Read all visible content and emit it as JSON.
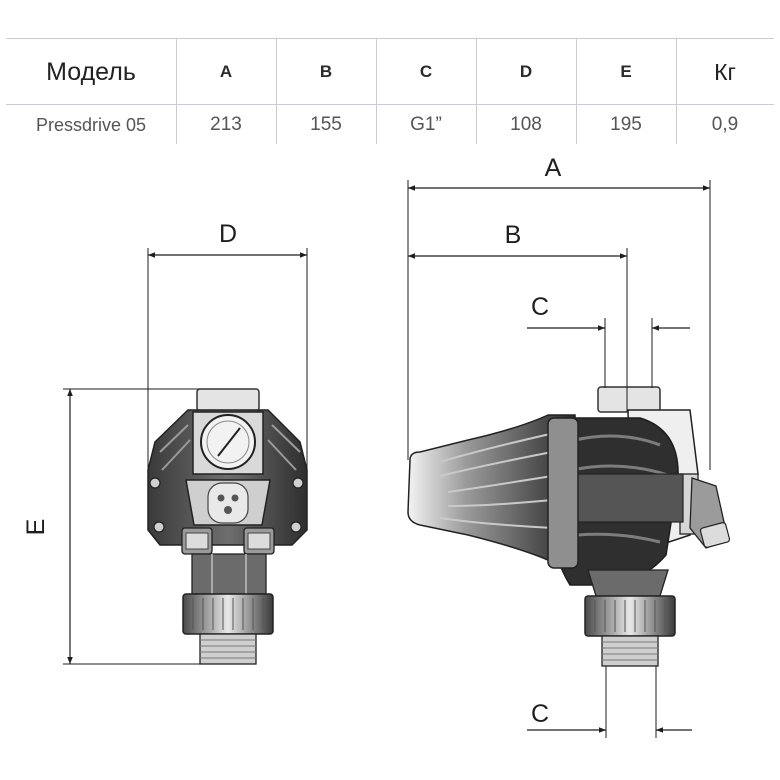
{
  "table": {
    "headers": [
      "Модель",
      "A",
      "B",
      "C",
      "D",
      "E",
      "Кг"
    ],
    "row": [
      "Pressdrive 05",
      "213",
      "155",
      "G1”",
      "108",
      "195",
      "0,9"
    ]
  },
  "dimensions": {
    "front_width": "D",
    "front_height": "E",
    "side_total": "A",
    "side_partial": "B",
    "outlet_top": "C",
    "outlet_bottom": "C"
  },
  "colors": {
    "line": "#1e1e1e",
    "body_dark": "#2b2b2b",
    "body_mid": "#8c8c8c",
    "body_light": "#e6e6e6"
  }
}
